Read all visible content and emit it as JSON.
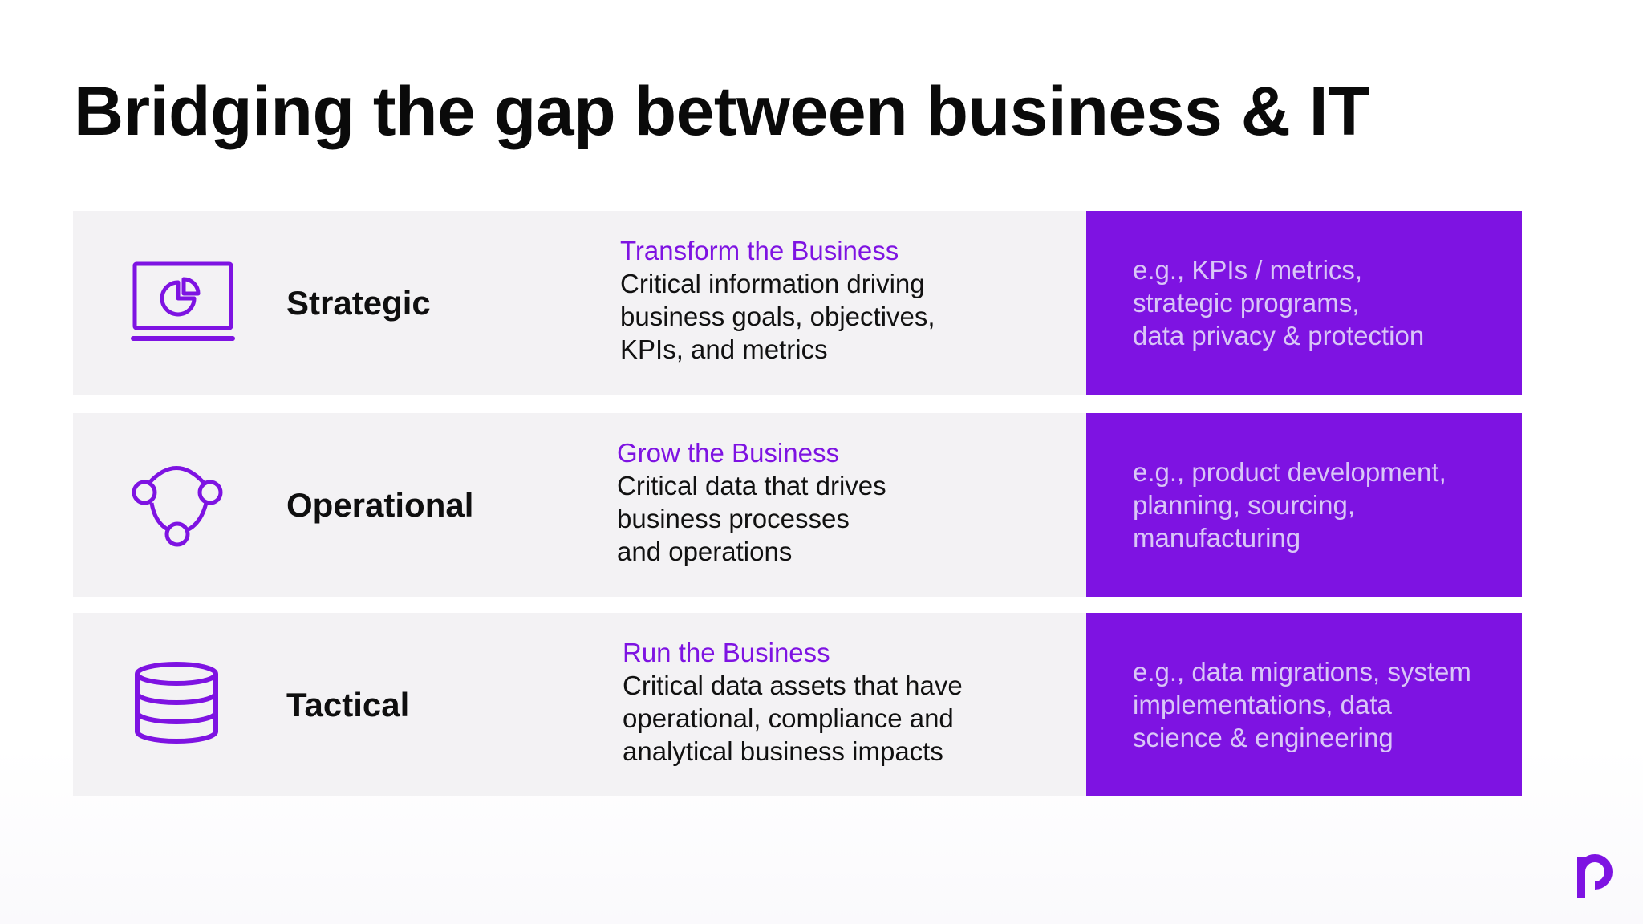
{
  "slide": {
    "title": "Bridging the gap between business & IT"
  },
  "colors": {
    "accent": "#7e13e2",
    "row_background": "#f3f2f4",
    "example_text": "#d9c6f7",
    "title_text": "#0a0a0a"
  },
  "rows": [
    {
      "icon": "laptop-pie-chart-icon",
      "label": "Strategic",
      "heading": "Transform the Business",
      "description": "Critical information driving\nbusiness goals, objectives,\nKPIs, and metrics",
      "examples": "e.g.,  KPIs / metrics,\nstrategic programs,\ndata privacy & protection"
    },
    {
      "icon": "network-nodes-icon",
      "label": "Operational",
      "heading": "Grow the Business",
      "description": "Critical data that drives\nbusiness processes\nand operations",
      "examples": "e.g., product development,\nplanning, sourcing,\nmanufacturing"
    },
    {
      "icon": "database-icon",
      "label": "Tactical",
      "heading": "Run the Business",
      "description": "Critical data assets that have\noperational, compliance and\nanalytical business impacts",
      "examples": "e.g., data migrations, system\nimplementations, data\nscience & engineering"
    }
  ],
  "logo": {
    "icon": "brand-p-logo-icon"
  }
}
